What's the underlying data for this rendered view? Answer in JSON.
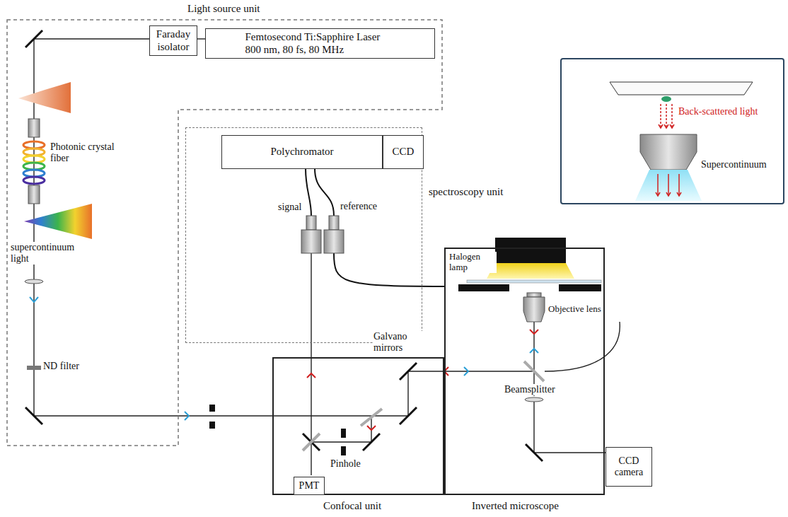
{
  "diagram": {
    "nodes": [
      {
        "text": [
          "Light source unit"
        ]
      },
      {
        "text": [
          "Faraday isolator"
        ],
        "in": 0
      },
      {
        "text": [
          "Femtosecond Ti:Sapphire Laser 800 nm, 80 fs, 80 MHz"
        ],
        "in": 0
      },
      {
        "text": [
          "spectroscopy unit"
        ]
      },
      {
        "text": [
          "Polychromator"
        ],
        "in": 3
      },
      {
        "text": [
          "CCD"
        ],
        "in": 3
      },
      {
        "text": [
          "Inverted microscope"
        ]
      },
      {
        "text": [
          "Confocal unit"
        ]
      },
      {
        "text": [
          "PMT"
        ],
        "in": 7
      },
      {
        "text": [
          "CCD camera"
        ]
      }
    ],
    "labels": [
      "Photonic crystal fiber",
      "supercontinuum light",
      "ND filter",
      "signal",
      "reference",
      "Halogen lamp",
      "Back-scattered light",
      "Supercontinuum",
      "Objective lens",
      "Galvano mirrors",
      "Beamsplitter",
      "Pinhole"
    ]
  }
}
